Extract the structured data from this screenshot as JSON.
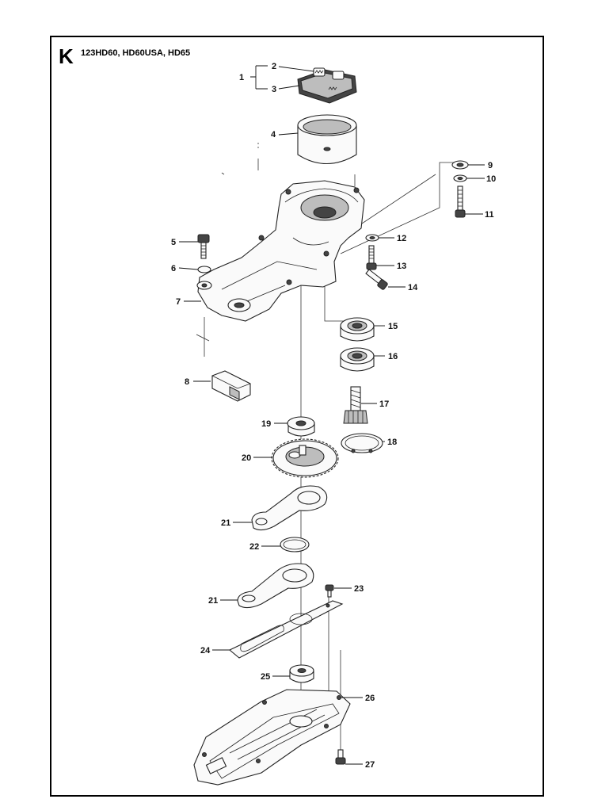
{
  "section_letter": "K",
  "models": "123HD60, HD60USA, HD65",
  "callouts": [
    "1",
    "2",
    "3",
    "4",
    "5",
    "6",
    "7",
    "8",
    "9",
    "10",
    "11",
    "12",
    "13",
    "14",
    "15",
    "16",
    "17",
    "18",
    "19",
    "20",
    "21",
    "21",
    "22",
    "23",
    "24",
    "25",
    "26",
    "27"
  ]
}
